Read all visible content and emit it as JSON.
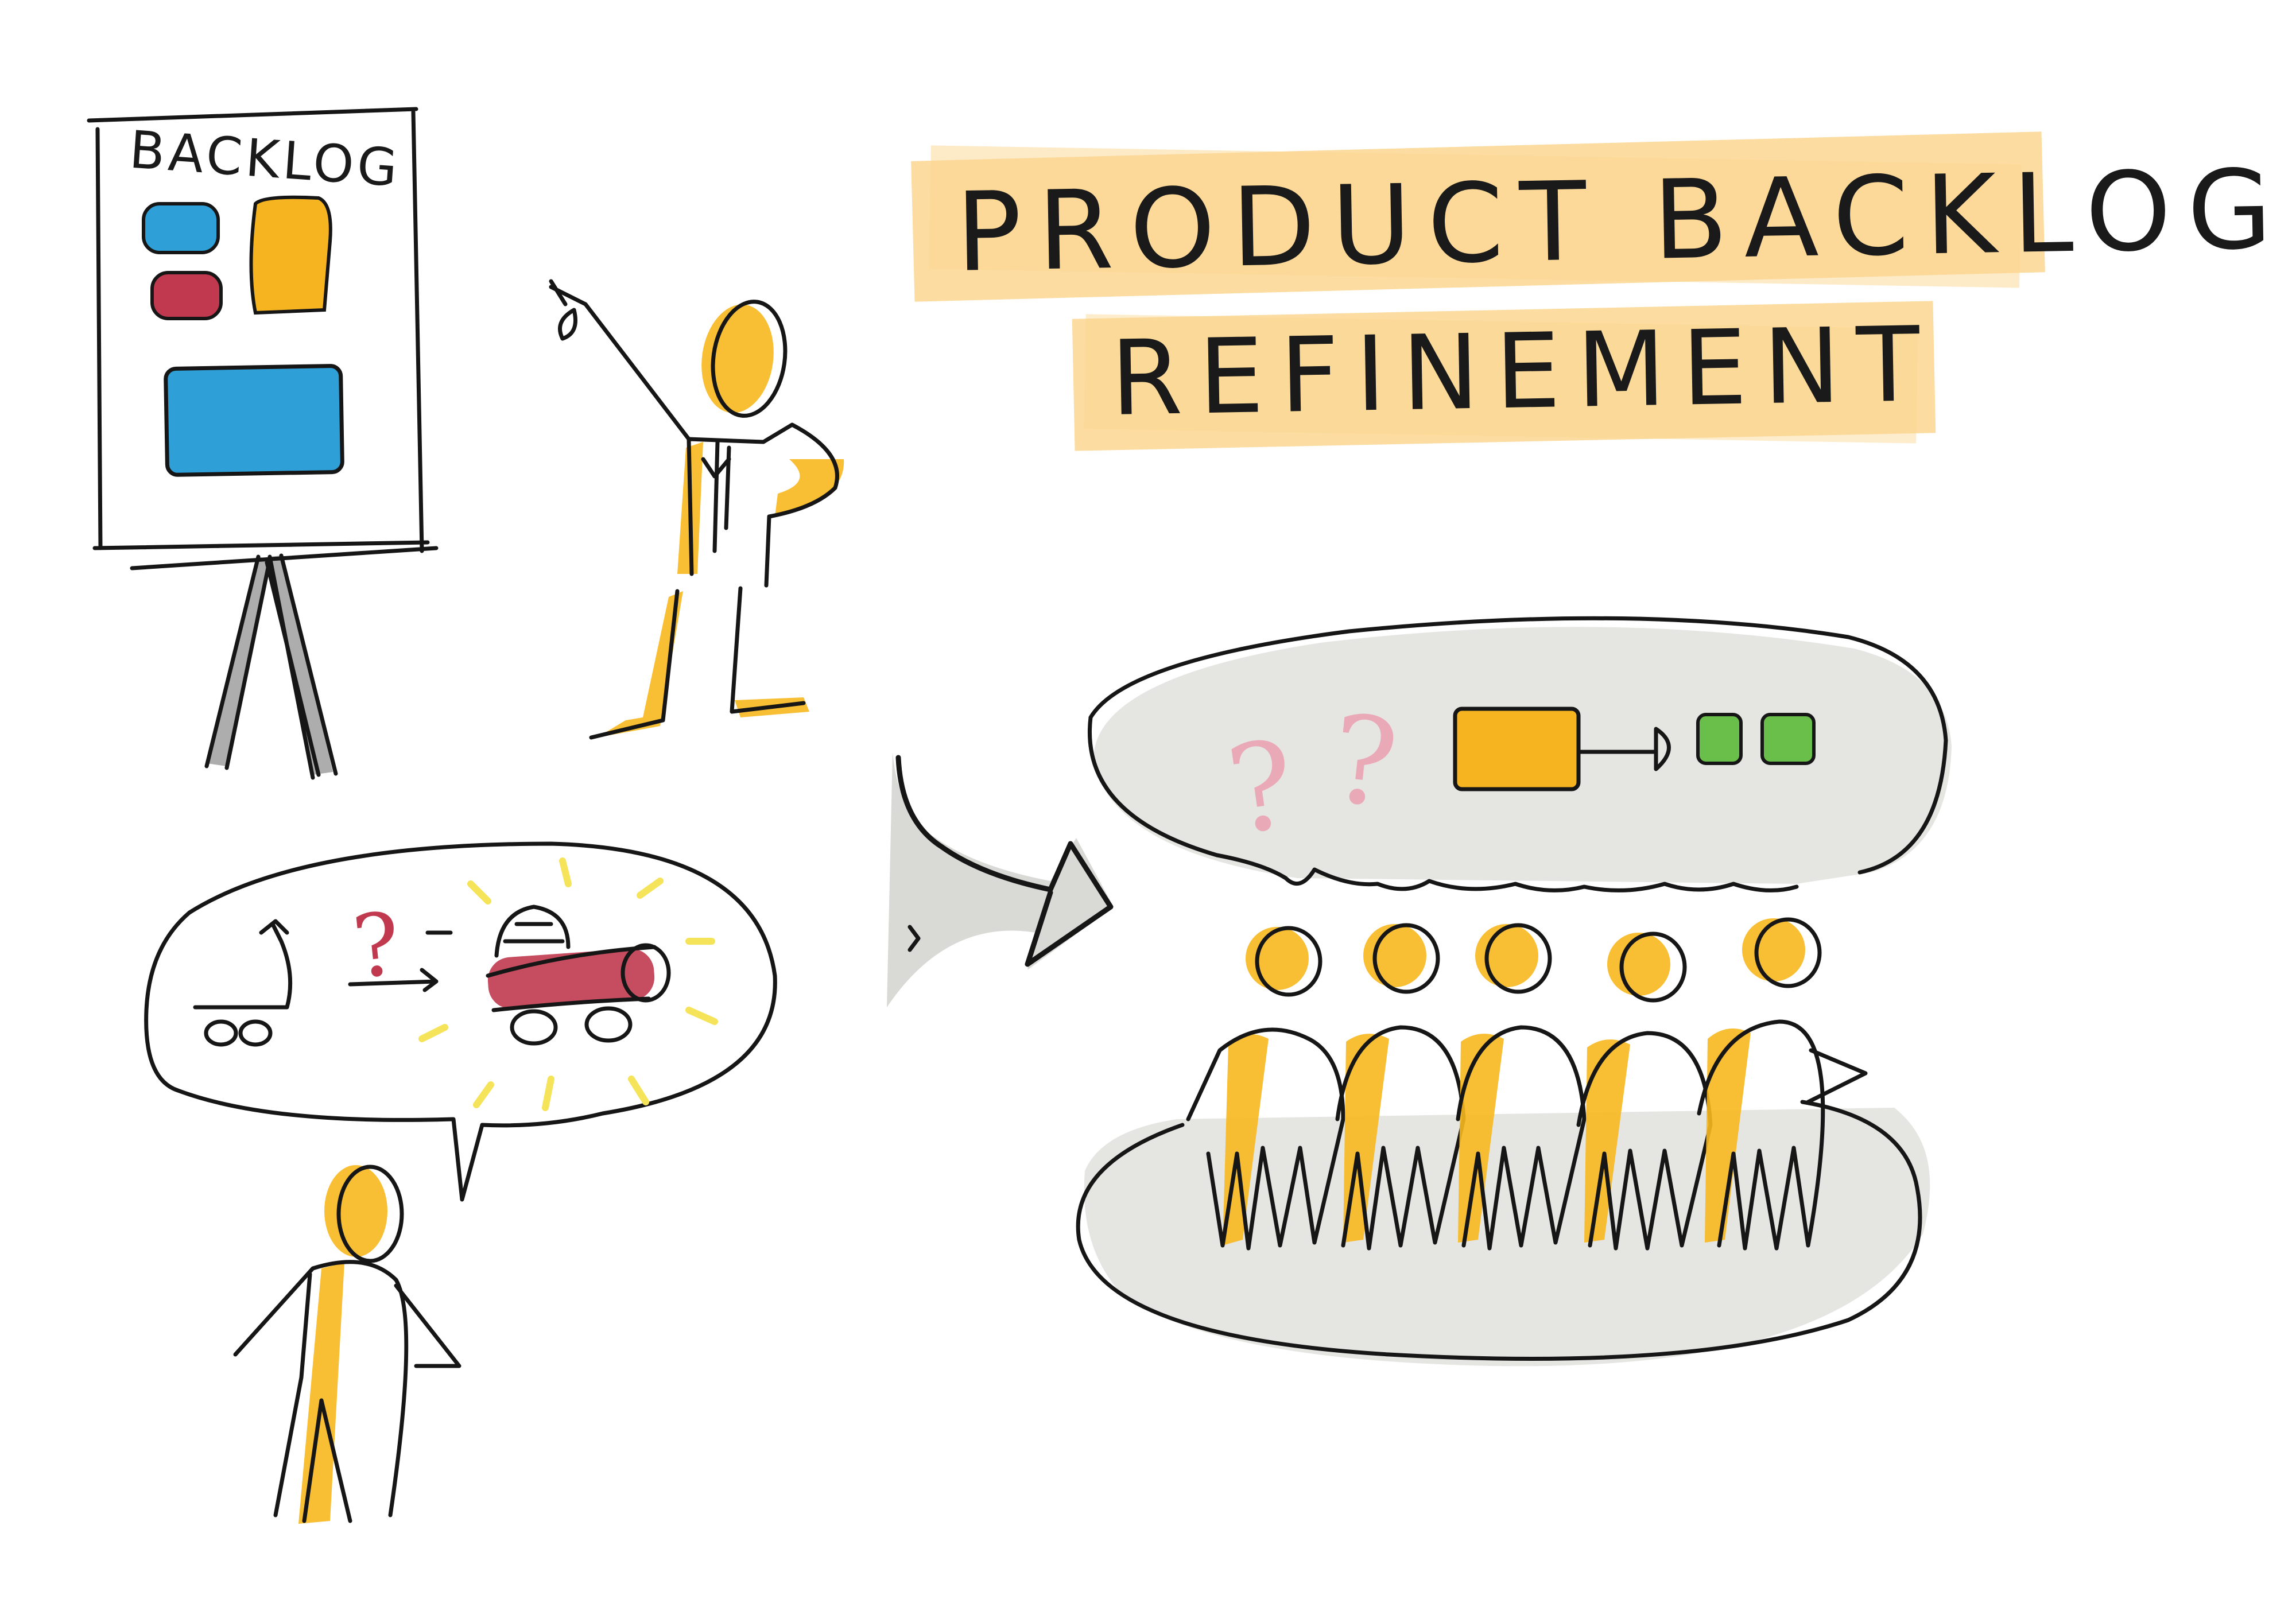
{
  "title": {
    "line1": "PRODUCT BACKLOG",
    "line2": "REFINEMENT",
    "highlight_color": "#fbd690"
  },
  "board": {
    "label": "BACKLOG",
    "card_colors": [
      "#2f9fd8",
      "#f6b520",
      "#c0394e",
      "#2f9fd8"
    ]
  },
  "thought_bubble": {
    "question_marks": [
      "?",
      "?"
    ],
    "card_colors": [
      "#f6b520",
      "#6abf4b",
      "#6abf4b"
    ],
    "question_color": "#e9a9b6"
  },
  "speech_bubble": {
    "question_mark": "?",
    "question_color": "#c0394e",
    "cylinder_color": "#c0394e",
    "burst_color": "#f5e35a"
  },
  "team": {
    "members": 5
  },
  "colors": {
    "ink": "#161616",
    "accent_yellow": "#f7b81f",
    "shadow_grey": "#d8d8d4"
  }
}
